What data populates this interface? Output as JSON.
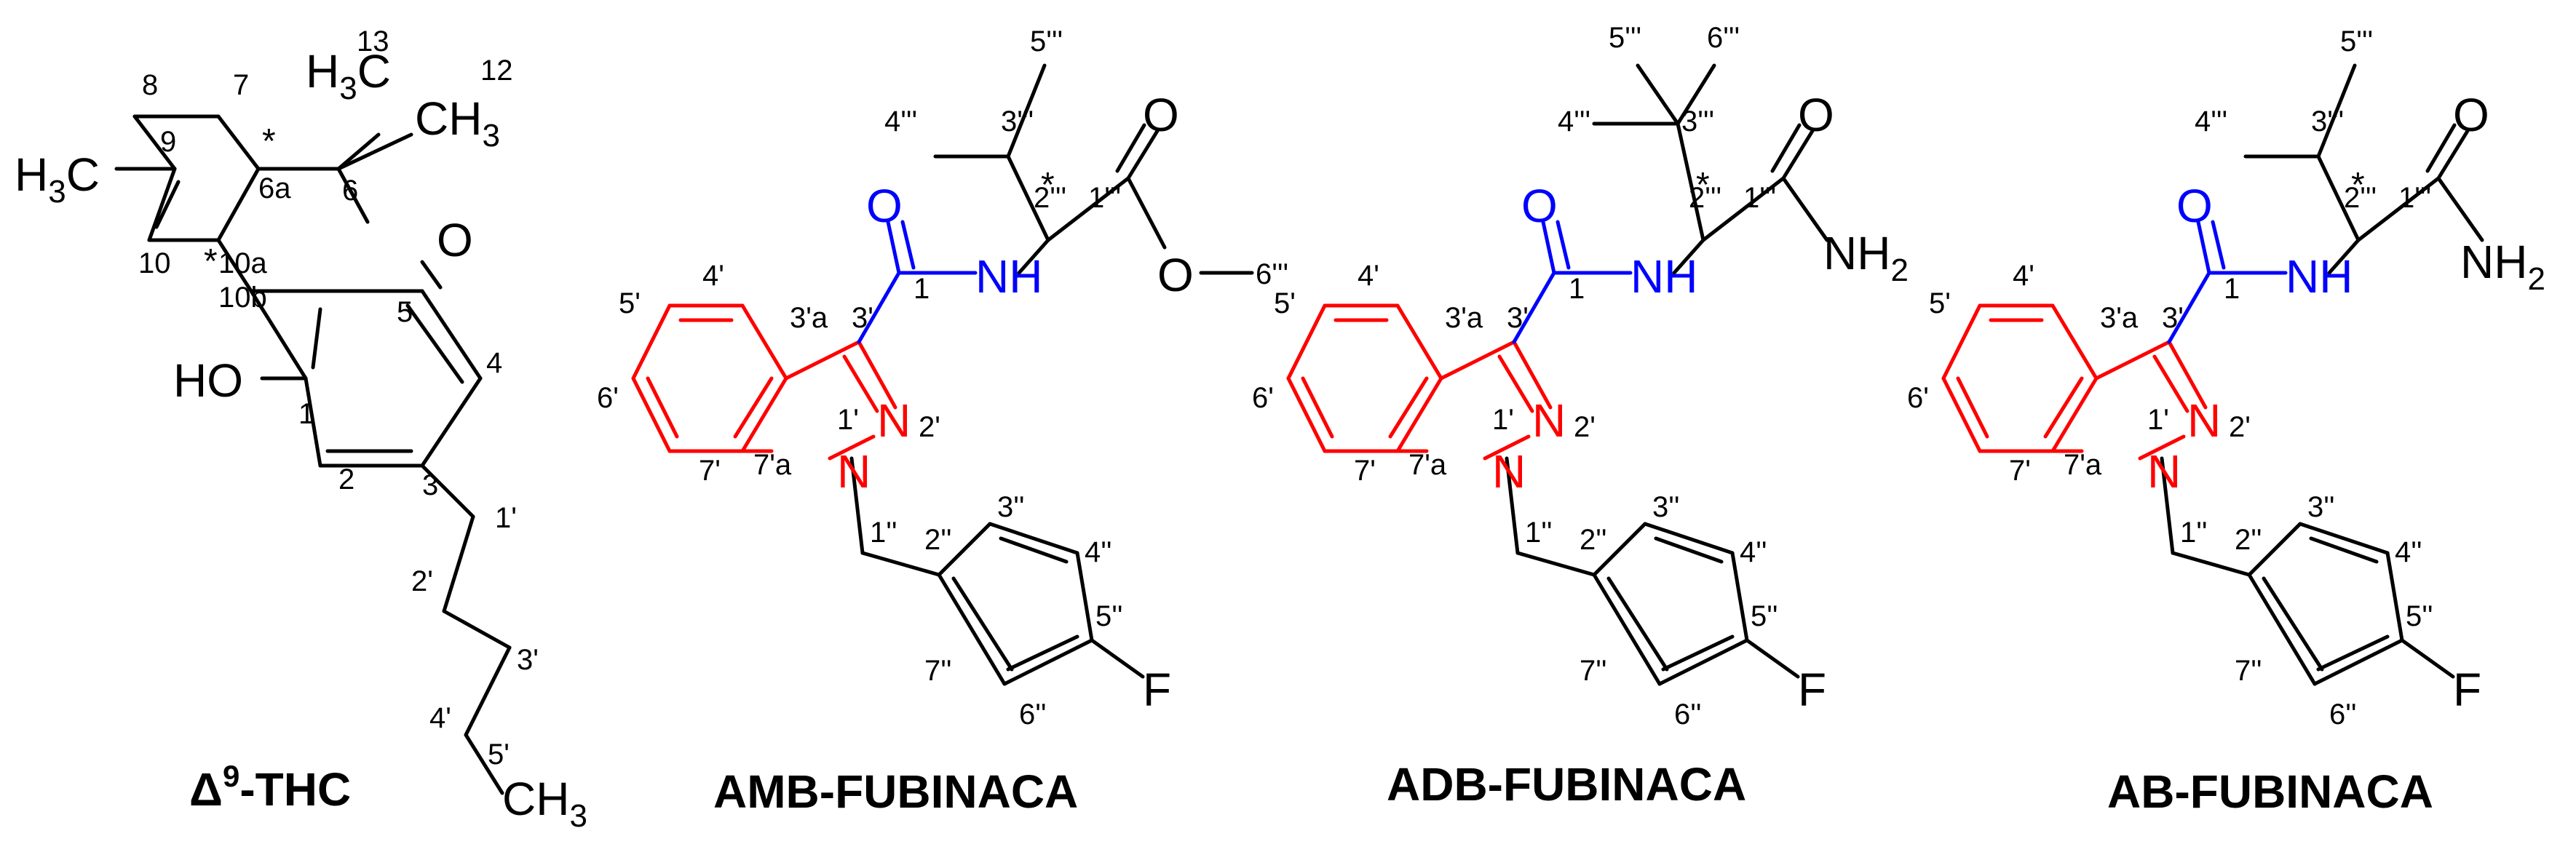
{
  "structures": {
    "thc": {
      "name_delta": "Δ",
      "name_sup": "9",
      "name_rest": "-THC",
      "atoms": {
        "h3c_left": "H",
        "h3c_left_sub": "3",
        "h3c_left_c": "C",
        "h3c_top": "H",
        "h3c_top_sub": "3",
        "h3c_top_c": "C",
        "ch3_right": "CH",
        "ch3_right_sub": "3",
        "o": "O",
        "ho": "HO",
        "ch3_tail": "CH",
        "ch3_tail_sub": "3"
      },
      "labels": {
        "c13": "13",
        "c12": "12",
        "c8": "8",
        "c7": "7",
        "c9": "9",
        "c6a": "6a",
        "c6": "6",
        "c10": "10",
        "c10a": "10a",
        "c10b": "10b",
        "c5": "5",
        "c4": "4",
        "c1": "1",
        "c2": "2",
        "c3": "3",
        "c1p": "1'",
        "c2p": "2'",
        "c3p": "3'",
        "c4p": "4'",
        "c5p": "5'"
      },
      "stars": [
        "*",
        "*"
      ]
    },
    "amb": {
      "name": "AMB-FUBINACA",
      "atoms": {
        "o_amide": "O",
        "nh": "NH",
        "o_carbonyl": "O",
        "o_ester": "O",
        "n1": "N",
        "n2": "N",
        "f": "F"
      },
      "labels": {
        "c5ppp": "5'''",
        "c4ppp": "4'''",
        "c3ppp": "3'''",
        "c2ppp": "2'''",
        "c1ppp": "1'''",
        "c6ppp": "6'''",
        "c1": "1",
        "c3p": "3'",
        "c3pa": "3'a",
        "c4p": "4'",
        "c5p": "5'",
        "c6p": "6'",
        "c7p": "7'",
        "c7pa": "7'a",
        "n1p": "1'",
        "n2p": "2'",
        "c1pp": "1''",
        "c2pp": "2''",
        "c3pp": "3''",
        "c4pp": "4''",
        "c5pp": "5''",
        "c6pp": "6''",
        "c7pp": "7''"
      },
      "star": "*"
    },
    "adb": {
      "name": "ADB-FUBINACA",
      "atoms": {
        "o_amide": "O",
        "nh": "NH",
        "o_carbonyl": "O",
        "nh2": "NH",
        "nh2_sub": "2",
        "n1": "N",
        "n2": "N",
        "f": "F"
      },
      "labels": {
        "c5ppp": "5'''",
        "c6ppp": "6'''",
        "c4ppp": "4'''",
        "c3ppp": "3'''",
        "c2ppp": "2'''",
        "c1ppp": "1'''",
        "c1": "1",
        "c3p": "3'",
        "c3pa": "3'a",
        "c4p": "4'",
        "c5p": "5'",
        "c6p": "6'",
        "c7p": "7'",
        "c7pa": "7'a",
        "n1p": "1'",
        "n2p": "2'",
        "c1pp": "1''",
        "c2pp": "2''",
        "c3pp": "3''",
        "c4pp": "4''",
        "c5pp": "5''",
        "c6pp": "6''",
        "c7pp": "7''"
      },
      "star": "*"
    },
    "ab": {
      "name": "AB-FUBINACA",
      "atoms": {
        "o_amide": "O",
        "nh": "NH",
        "o_carbonyl": "O",
        "nh2": "NH",
        "nh2_sub": "2",
        "n1": "N",
        "n2": "N",
        "f": "F"
      },
      "labels": {
        "c5ppp": "5'''",
        "c4ppp": "4'''",
        "c3ppp": "3'''",
        "c2ppp": "2'''",
        "c1ppp": "1'''",
        "c1": "1",
        "c3p": "3'",
        "c3pa": "3'a",
        "c4p": "4'",
        "c5p": "5'",
        "c6p": "6'",
        "c7p": "7'",
        "c7pa": "7'a",
        "n1p": "1'",
        "n2p": "2'",
        "c1pp": "1''",
        "c2pp": "2''",
        "c3pp": "3''",
        "c4pp": "4''",
        "c5pp": "5''",
        "c6pp": "6''",
        "c7pp": "7''"
      },
      "star": "*"
    }
  }
}
